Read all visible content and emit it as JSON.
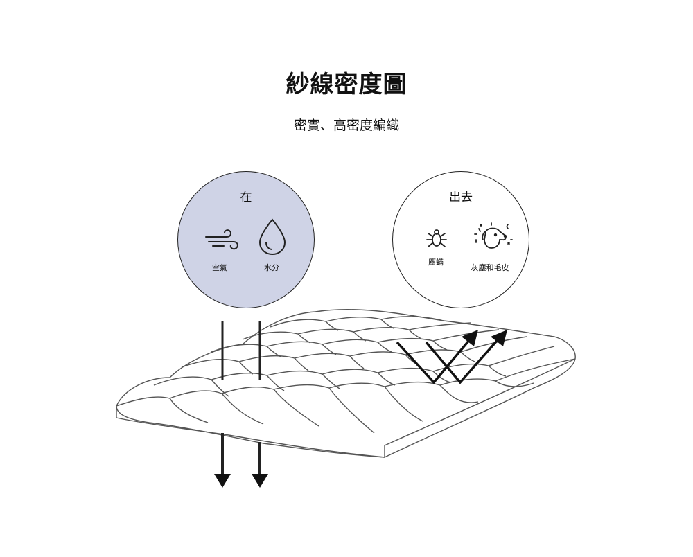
{
  "title": "紗線密度圖",
  "subtitle": "密實、高密度編織",
  "left_circle": {
    "title": "在",
    "items": [
      {
        "label": "空氣",
        "icon": "wind-icon"
      },
      {
        "label": "水分",
        "icon": "water-drop-icon"
      }
    ]
  },
  "right_circle": {
    "title": "出去",
    "items": [
      {
        "label": "塵蟎",
        "icon": "dust-mite-icon"
      },
      {
        "label": "灰塵和毛皮",
        "icon": "dog-dander-icon"
      }
    ]
  },
  "colors": {
    "in_circle_fill": "#cfd3e6",
    "stroke": "#111111"
  }
}
